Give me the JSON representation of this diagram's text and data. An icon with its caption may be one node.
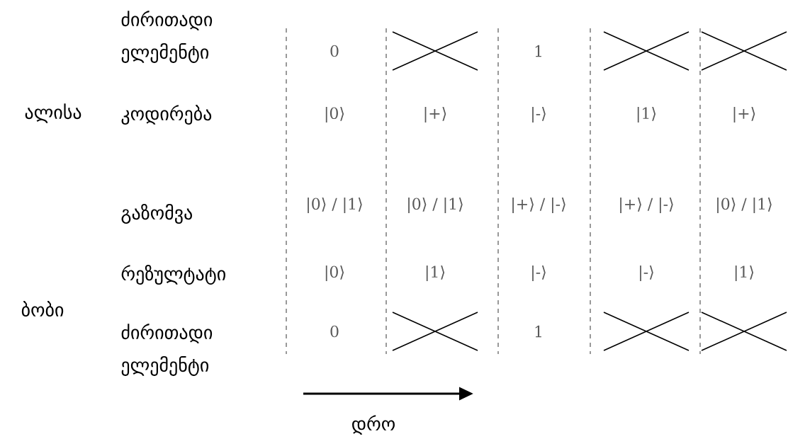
{
  "diagram": {
    "labels": [
      "ალისა",
      "ძირითადი ელემენტი",
      "0",
      "1",
      "კოდირება",
      "|0⟩",
      "|+⟩",
      "|-⟩",
      "|1⟩",
      "|+⟩",
      "გაზომვა",
      "|0⟩ / |1⟩",
      "|0⟩ / |1⟩",
      "|+⟩ / |-⟩",
      "|+⟩ / |-⟩",
      "|0⟩ / |1⟩",
      "ბობი",
      "რეზულტატი",
      "|0⟩",
      "|1⟩",
      "|-⟩",
      "|-⟩",
      "|1⟩",
      "ძირითადი ელემენტი",
      "0",
      "1",
      "დრო"
    ]
  }
}
